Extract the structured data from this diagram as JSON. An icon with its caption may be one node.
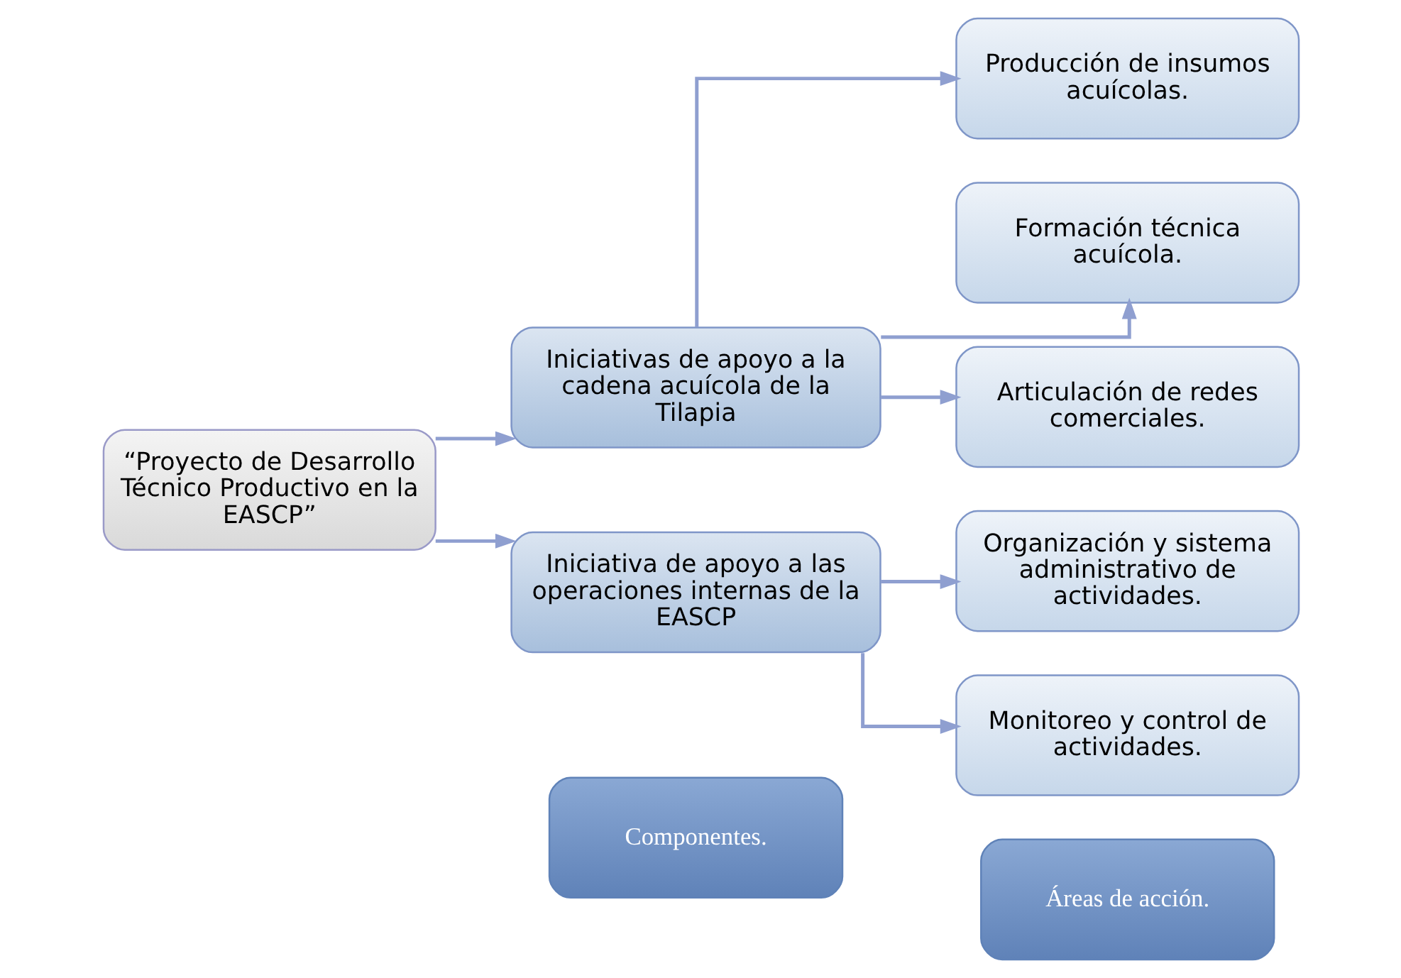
{
  "diagram": {
    "nodes": [
      {
        "text": [
          "“Proyecto de Desarrollo Técnico Productivo en la EASCP”"
        ]
      },
      {
        "text": [
          "Iniciativas de apoyo a la cadena acuícola de la Tilapia"
        ]
      },
      {
        "text": [
          "Iniciativa de apoyo a las operaciones internas de la EASCP"
        ]
      },
      {
        "text": [
          "Producción de insumos acuícolas."
        ]
      },
      {
        "text": [
          "Formación técnica acuícola."
        ]
      },
      {
        "text": [
          "Articulación de redes comerciales."
        ]
      },
      {
        "text": [
          "Organización y sistema administrativo de actividades."
        ]
      },
      {
        "text": [
          "Monitoreo y control de actividades."
        ]
      },
      {
        "text": [
          "Componentes."
        ]
      },
      {
        "text": [
          "Áreas de acción."
        ]
      }
    ],
    "edges": [
      {
        "from": 0,
        "to": 1,
        "arrow": "to"
      },
      {
        "from": 0,
        "to": 2,
        "arrow": "to"
      },
      {
        "from": 1,
        "to": 3,
        "arrow": "to"
      },
      {
        "from": 1,
        "to": 4,
        "arrow": "to"
      },
      {
        "from": 1,
        "to": 5,
        "arrow": "to"
      },
      {
        "from": 2,
        "to": 6,
        "arrow": "to"
      },
      {
        "from": 2,
        "to": 7,
        "arrow": "to"
      }
    ]
  }
}
